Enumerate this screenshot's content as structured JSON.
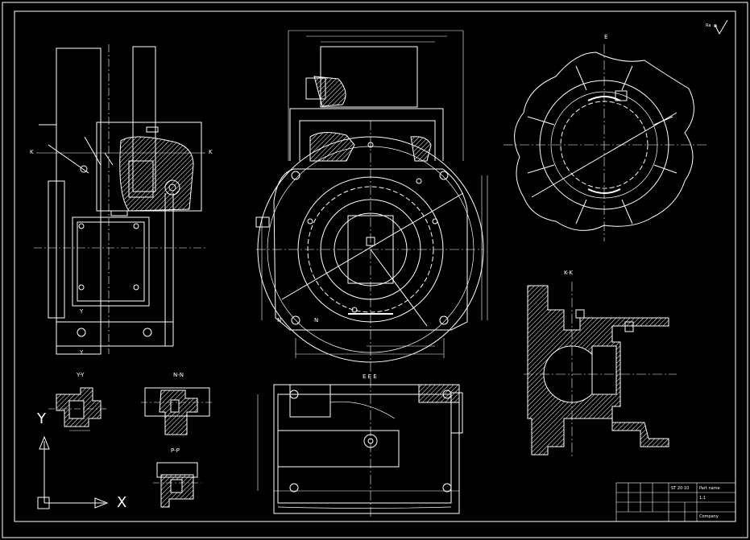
{
  "section_labels": {
    "y_y": "Y-Y",
    "n_n": "N-N",
    "p_p": "P-P",
    "k_k": "K-K",
    "e_view": "E",
    "bottom_view": "E E E"
  },
  "cut_marks": {
    "k_left": "K",
    "k_right": "K",
    "y_mark": "Y",
    "y_mark_bottom": "Y",
    "n_left": "N",
    "n_right": "N"
  },
  "roughness_symbol": "Ra",
  "ucs": {
    "x_axis": "X",
    "y_axis": "Y"
  },
  "title_block": {
    "drawing_no": "ST 20-10",
    "part_name": "Part name",
    "scale": "1:1",
    "company": "Company"
  },
  "colors": {
    "background": "#000000",
    "lines": "#ffffff"
  }
}
